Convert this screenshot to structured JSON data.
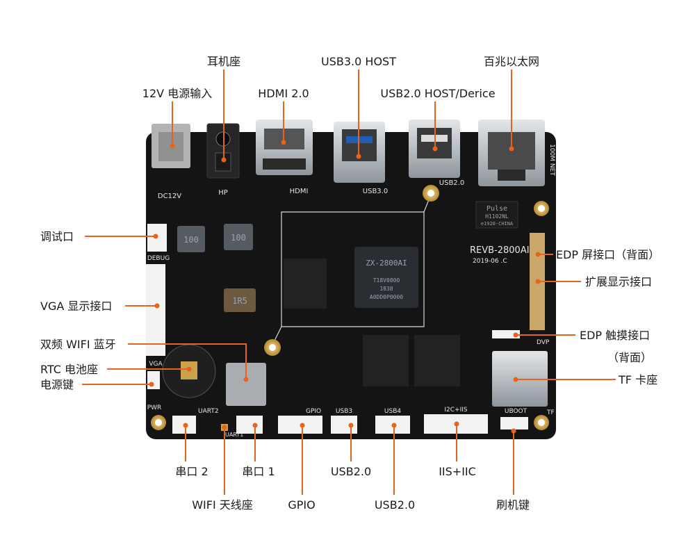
{
  "callouts": {
    "earphone": "耳机座",
    "usb30_host": "USB3.0 HOST",
    "ethernet": "百兆以太网",
    "power_in": "12V 电源输入",
    "hdmi": "HDMI 2.0",
    "usb20_host": "USB2.0 HOST/Derice",
    "debug": "调试口",
    "edp_screen": "EDP 屏接口（背面）",
    "expand_display": "扩展显示接口",
    "vga": "VGA 显示接口",
    "wifi_bt": "双频 WIFI 蓝牙",
    "rtc": "RTC 电池座",
    "power_key": "电源键",
    "edp_touch_1": "EDP 触摸接口",
    "edp_touch_2": "（背面）",
    "tf": "TF 卡座",
    "uart2": "串口 2",
    "uart1": "串口 1",
    "usb20_a": "USB2.0",
    "iis_iic": "IIS+IIC",
    "wifi_antenna": "WIFI 天线座",
    "gpio": "GPIO",
    "usb20_b": "USB2.0",
    "flash_key": "刷机键"
  },
  "board": {
    "model": "REVB-2800AI",
    "date": "2019-06 .C",
    "dc12v": "DC12V",
    "hp": "HP",
    "hdmi": "HDMI",
    "usb30": "USB3.0",
    "usb20": "USB2.0",
    "net": "100M NET",
    "debug": "DEBUG",
    "vga": "VGA",
    "pwr": "PWR",
    "uart2": "UART2",
    "uart1": "UART1",
    "gpio": "GPIO",
    "usb3": "USB3",
    "usb4": "USB4",
    "i2c_iis": "I2C+IIS",
    "uboot": "UBOOT",
    "tf": "TF",
    "dvp": "DVP",
    "inductor_1": "100",
    "inductor_2": "100",
    "inductor_3": "1R5",
    "pulse": "Pulse",
    "pulse_part": "H1102NL",
    "pulse_code": "e1920-CHINA",
    "soc_name": "ZX-2800AI",
    "soc_line1": "T18V0800",
    "soc_line2": "1838",
    "soc_line3": "A0DD0P0000"
  },
  "colors": {
    "accent": "#e8641b",
    "pcb": "#141414",
    "silkscreen": "#e6e6e6",
    "gold": "#c9a24a",
    "connector_white": "#f2f2f2",
    "metal": "#b8bcc0"
  }
}
